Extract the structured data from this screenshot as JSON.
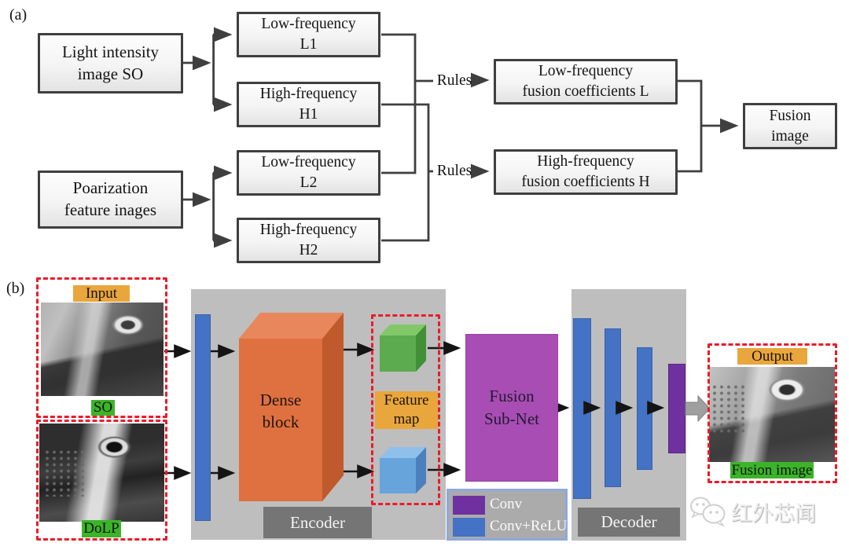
{
  "panel_a": {
    "label": "(a)",
    "boxes": {
      "light_intensity": {
        "line1": "Light intensity",
        "line2": "image SO"
      },
      "polarization": {
        "line1": "Poarization",
        "line2": "feature inages"
      },
      "low1": {
        "line1": "Low-frequency",
        "line2": "L1"
      },
      "high1": {
        "line1": "High-frequency",
        "line2": "H1"
      },
      "low2": {
        "line1": "Low-frequency",
        "line2": "L2"
      },
      "high2": {
        "line1": "High-frequency",
        "line2": "H2"
      },
      "low_fusion": {
        "line1": "Low-frequency",
        "line2": "fusion coefficients L"
      },
      "high_fusion": {
        "line1": "High-frequency",
        "line2": "fusion coefficients H"
      },
      "fusion_image": {
        "line1": "Fusion",
        "line2": "image"
      }
    },
    "rules1": "Rules",
    "rules2": "Rules"
  },
  "panel_b": {
    "label": "(b)",
    "input_label": "Input",
    "so_label": "SO",
    "dolp_label": "DoLP",
    "output_label": "Output",
    "fusion_image_label": "Fusion image",
    "dense_block": {
      "line1": "Dense",
      "line2": "block"
    },
    "feature_map": {
      "line1": "Feature",
      "line2": "map"
    },
    "fusion_subnet": {
      "line1": "Fusion",
      "line2": "Sub-Net"
    },
    "encoder_label": "Encoder",
    "decoder_label": "Decoder",
    "legend": {
      "conv": "Conv",
      "conv_relu": "Conv+ReLU"
    },
    "watermark_text": "红外芯闻"
  },
  "colors": {
    "dashed_red": "#e91c2b",
    "orange_label": "#e9a63c",
    "green_label": "#3cb42a",
    "dense_orange": "#df7040",
    "fusion_purple": "#a84db3",
    "conv_purple": "#7031a0",
    "conv_relu_blue": "#4472c4",
    "panel_gray": "#bebebe",
    "panel_label_gray": "#757575"
  }
}
